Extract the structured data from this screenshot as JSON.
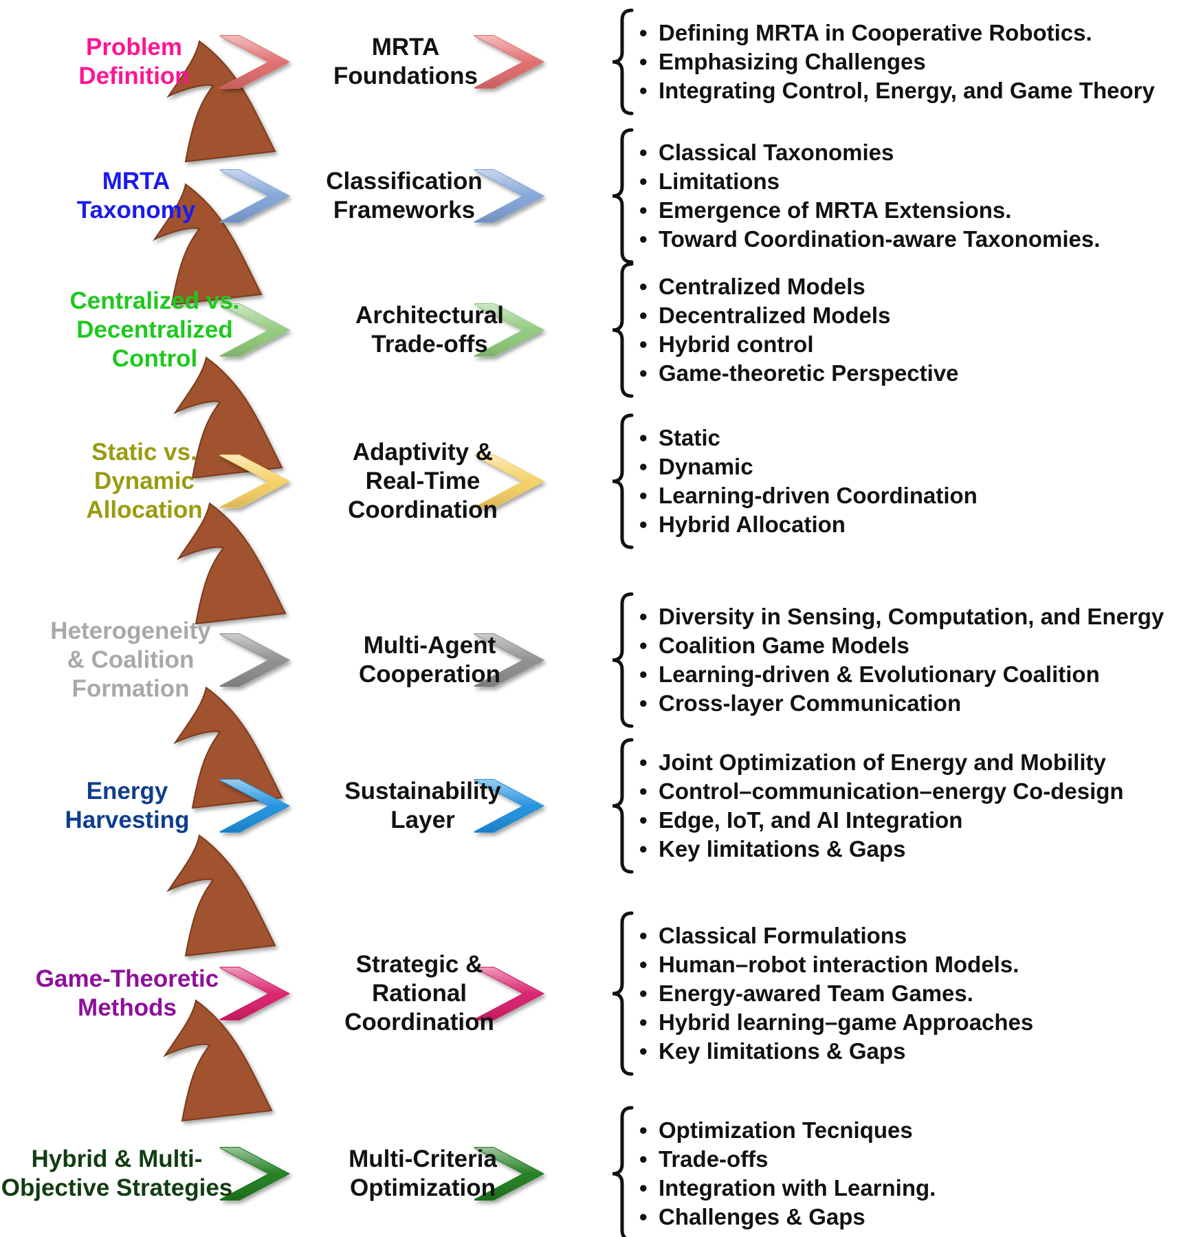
{
  "colors": {
    "connector": "#a0522d",
    "connector_stroke": "#7a3b1c"
  },
  "rows": [
    {
      "topic": "Problem\nDefinition",
      "topic_color": "#ff1493",
      "chevron_color": "#e06b6b",
      "subtitle": "MRTA\nFoundations",
      "items": [
        "Defining MRTA in Cooperative Robotics.",
        "Emphasizing Challenges",
        "Integrating Control, Energy, and Game Theory"
      ]
    },
    {
      "topic": "MRTA\nTaxonomy",
      "topic_color": "#1a1aee",
      "chevron_color": "#7fa3d6",
      "subtitle": "Classification\nFrameworks",
      "items": [
        "Classical Taxonomies",
        "Limitations",
        "Emergence of MRTA Extensions.",
        "Toward Coordination-aware Taxonomies."
      ]
    },
    {
      "topic": "Centralized vs.\nDecentralized\nControl",
      "topic_color": "#1ec81e",
      "chevron_color": "#8fc97a",
      "subtitle": "Architectural\nTrade-offs",
      "items": [
        "Centralized Models",
        "Decentralized Models",
        "Hybrid control",
        "Game-theoretic Perspective"
      ]
    },
    {
      "topic": "Static vs.\nDynamic\nAllocation",
      "topic_color": "#9a9a10",
      "chevron_color": "#f5cf63",
      "subtitle": "Adaptivity &\nReal-Time\nCoordination",
      "items": [
        "Static",
        "Dynamic",
        "Learning-driven Coordination",
        "Hybrid Allocation"
      ]
    },
    {
      "topic": "Heterogeneity\n& Coalition\nFormation",
      "topic_color": "#a8a8a8",
      "chevron_color": "#8c8c8c",
      "subtitle": "Multi-Agent\nCooperation",
      "items": [
        "Diversity in Sensing, Computation, and Energy",
        "Coalition Game Models",
        "Learning-driven & Evolutionary Coalition",
        "Cross-layer Communication"
      ]
    },
    {
      "topic": "Energy\nHarvesting",
      "topic_color": "#0f3d8f",
      "chevron_color": "#1f8fdf",
      "subtitle": "Sustainability\nLayer",
      "items": [
        "Joint Optimization of Energy and Mobility",
        "Control–communication–energy Co-design",
        "Edge, IoT, and AI Integration",
        "Key limitations & Gaps"
      ]
    },
    {
      "topic": "Game-Theoretic\nMethods",
      "topic_color": "#8e0f9a",
      "chevron_color": "#d81a6a",
      "subtitle": "Strategic &\nRational\nCoordination",
      "items": [
        "Classical Formulations",
        "Human–robot interaction Models.",
        "Energy-awared Team Games.",
        "Hybrid learning–game Approaches",
        "Key limitations & Gaps"
      ]
    },
    {
      "topic": "Hybrid & Multi-\nObjective Strategies",
      "topic_color": "#123d12",
      "chevron_color": "#1a7a1a",
      "subtitle": "Multi-Criteria\nOptimization",
      "items": [
        " Optimization Tecniques",
        "Trade-offs",
        "Integration with Learning.",
        "Challenges & Gaps"
      ]
    }
  ]
}
